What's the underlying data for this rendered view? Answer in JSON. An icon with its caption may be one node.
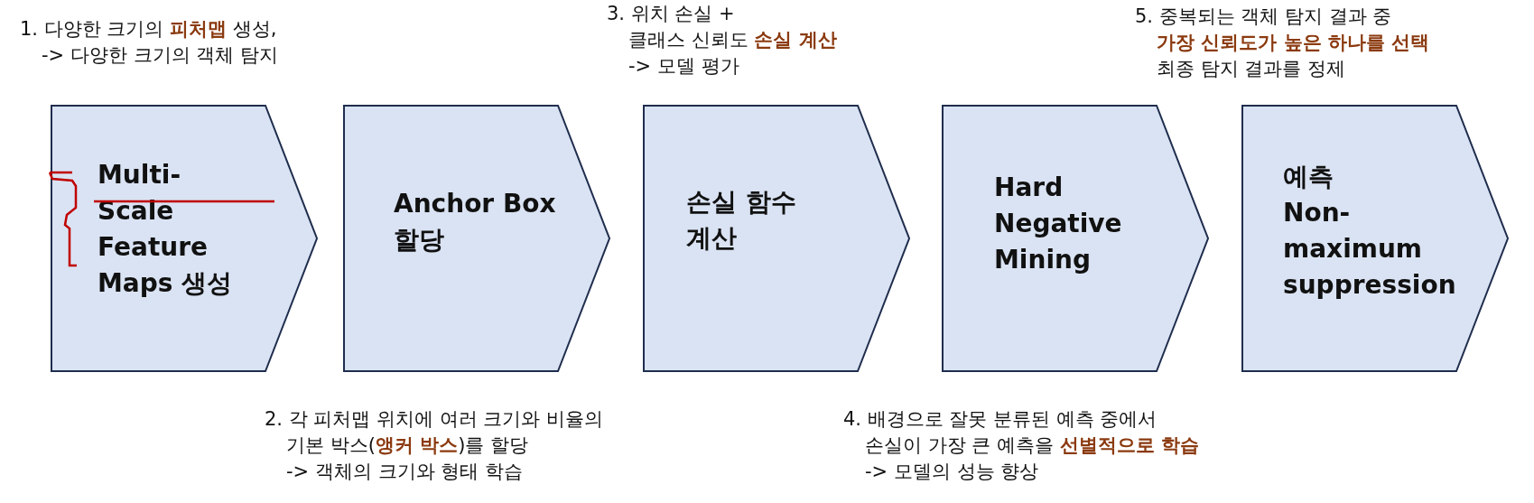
{
  "diagram": {
    "nodes": [
      {
        "text": [
          "Multi-Scale Feature Maps 생성"
        ],
        "beside": [
          "1. 다양한 크기의 **피처맵** 생성,",
          "-> 다양한 크기의 객체 탐지"
        ]
      },
      {
        "text": [
          "Anchor Box 할당"
        ],
        "beside": [
          "2. 각 피처맵 위치에 여러 크기와 비율의",
          "기본 박스(**앵커 박스**)를 할당",
          "->  객체의 크기와 형태 학습"
        ]
      },
      {
        "text": [
          "손실 함수 계산"
        ],
        "beside": [
          "3. 위치 손실 +",
          "클래스 신뢰도 **손실 계산**",
          "-> 모델 평가"
        ]
      },
      {
        "text": [
          "Hard Negative Mining"
        ],
        "beside": [
          "4. 배경으로 잘못 분류된 예측 중에서",
          "손실이 가장 큰 예측을 **선별적으로 학습**",
          "-> 모델의 성능 향상"
        ]
      },
      {
        "text": [
          "예측 Non-maximum suppression"
        ],
        "beside": [
          "5. 중복되는 객체 탐지 결과 중",
          "**가장 신뢰도가 높은 하나를 선택**",
          "최종 탐지 결과를 정제"
        ]
      }
    ]
  }
}
